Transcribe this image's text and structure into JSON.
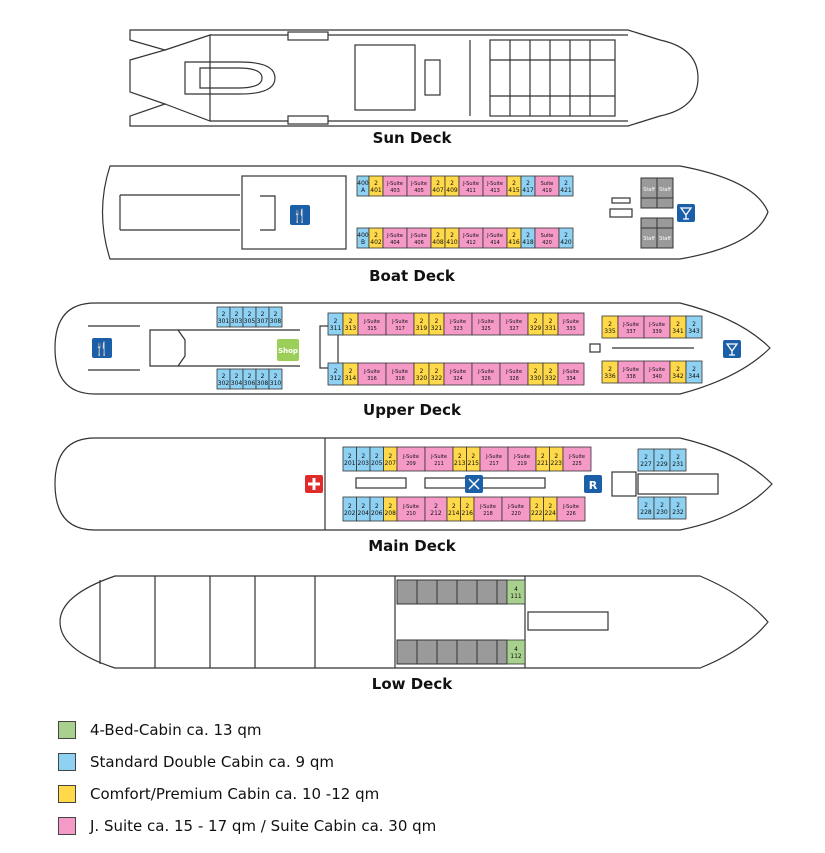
{
  "colors": {
    "four_bed": "#a9d18e",
    "standard": "#8fd1f3",
    "comfort": "#ffd94a",
    "suite": "#f59ac7",
    "staff": "#9a9a9a",
    "icon_blue": "#1b5fa8",
    "shop_green": "#9bcf5a",
    "medical_red": "#e02b2b"
  },
  "decks": {
    "sun": {
      "title": "Sun Deck"
    },
    "boat": {
      "title": "Boat Deck",
      "staff_label": "Staff",
      "top": [
        {
          "t": "400\nA",
          "c": "standard",
          "w": 12
        },
        {
          "t": "2\n401",
          "c": "comfort"
        },
        {
          "t": "J-Suite\n403",
          "c": "suite",
          "w": 24
        },
        {
          "t": "J-Suite\n405",
          "c": "suite",
          "w": 24
        },
        {
          "t": "2\n407",
          "c": "comfort"
        },
        {
          "t": "2\n409",
          "c": "comfort"
        },
        {
          "t": "J-Suite\n411",
          "c": "suite",
          "w": 24
        },
        {
          "t": "J-Suite\n413",
          "c": "suite",
          "w": 24
        },
        {
          "t": "2\n415",
          "c": "comfort"
        },
        {
          "t": "2\n417",
          "c": "standard"
        },
        {
          "t": "Suite\n419",
          "c": "suite",
          "w": 24
        },
        {
          "t": "2\n421",
          "c": "standard"
        }
      ],
      "bottom": [
        {
          "t": "400\nB",
          "c": "standard",
          "w": 12
        },
        {
          "t": "2\n402",
          "c": "comfort"
        },
        {
          "t": "J-Suite\n404",
          "c": "suite",
          "w": 24
        },
        {
          "t": "J-Suite\n406",
          "c": "suite",
          "w": 24
        },
        {
          "t": "2\n408",
          "c": "comfort"
        },
        {
          "t": "2\n410",
          "c": "comfort"
        },
        {
          "t": "J-Suite\n412",
          "c": "suite",
          "w": 24
        },
        {
          "t": "J-Suite\n414",
          "c": "suite",
          "w": 24
        },
        {
          "t": "2\n416",
          "c": "comfort"
        },
        {
          "t": "2\n418",
          "c": "standard"
        },
        {
          "t": "Suite\n420",
          "c": "suite",
          "w": 24
        },
        {
          "t": "2\n420",
          "c": "standard"
        }
      ]
    },
    "upper": {
      "title": "Upper Deck",
      "shop_label": "Shop",
      "aft_top": [
        {
          "t": "2\n301",
          "c": "standard"
        },
        {
          "t": "2\n303",
          "c": "standard"
        },
        {
          "t": "2\n305",
          "c": "standard"
        },
        {
          "t": "2\n307",
          "c": "standard"
        },
        {
          "t": "2\n308",
          "c": "standard"
        }
      ],
      "aft_bottom": [
        {
          "t": "2\n302",
          "c": "standard"
        },
        {
          "t": "2\n304",
          "c": "standard"
        },
        {
          "t": "2\n306",
          "c": "standard"
        },
        {
          "t": "2\n308",
          "c": "standard"
        },
        {
          "t": "2\n310",
          "c": "standard"
        }
      ],
      "top": [
        {
          "t": "2\n311",
          "c": "standard"
        },
        {
          "t": "2\n313",
          "c": "comfort"
        },
        {
          "t": "J-Suite\n315",
          "c": "suite",
          "w": 28
        },
        {
          "t": "J-Suite\n317",
          "c": "suite",
          "w": 28
        },
        {
          "t": "2\n319",
          "c": "comfort"
        },
        {
          "t": "2\n321",
          "c": "comfort"
        },
        {
          "t": "J-Suite\n323",
          "c": "suite",
          "w": 28
        },
        {
          "t": "J-Suite\n325",
          "c": "suite",
          "w": 28
        },
        {
          "t": "J-Suite\n327",
          "c": "suite",
          "w": 28
        },
        {
          "t": "2\n329",
          "c": "comfort"
        },
        {
          "t": "2\n331",
          "c": "comfort"
        },
        {
          "t": "J-Suite\n333",
          "c": "suite",
          "w": 26
        }
      ],
      "bottom": [
        {
          "t": "2\n312",
          "c": "standard"
        },
        {
          "t": "2\n314",
          "c": "comfort"
        },
        {
          "t": "J-Suite\n316",
          "c": "suite",
          "w": 28
        },
        {
          "t": "J-Suite\n318",
          "c": "suite",
          "w": 28
        },
        {
          "t": "2\n320",
          "c": "comfort"
        },
        {
          "t": "2\n322",
          "c": "comfort"
        },
        {
          "t": "J-Suite\n324",
          "c": "suite",
          "w": 28
        },
        {
          "t": "J-Suite\n326",
          "c": "suite",
          "w": 28
        },
        {
          "t": "J-Suite\n328",
          "c": "suite",
          "w": 28
        },
        {
          "t": "2\n330",
          "c": "comfort"
        },
        {
          "t": "2\n332",
          "c": "comfort"
        },
        {
          "t": "J-Suite\n334",
          "c": "suite",
          "w": 26
        }
      ],
      "fwd_top": [
        {
          "t": "2\n335",
          "c": "comfort"
        },
        {
          "t": "J-Suite\n337",
          "c": "suite",
          "w": 26
        },
        {
          "t": "J-Suite\n339",
          "c": "suite",
          "w": 26
        },
        {
          "t": "2\n341",
          "c": "comfort"
        },
        {
          "t": "2\n343",
          "c": "standard"
        }
      ],
      "fwd_bottom": [
        {
          "t": "2\n336",
          "c": "comfort"
        },
        {
          "t": "J-Suite\n338",
          "c": "suite",
          "w": 26
        },
        {
          "t": "J-Suite\n340",
          "c": "suite",
          "w": 26
        },
        {
          "t": "2\n342",
          "c": "comfort"
        },
        {
          "t": "2\n344",
          "c": "standard"
        }
      ]
    },
    "main": {
      "title": "Main Deck",
      "reception_label": "R",
      "top": [
        {
          "t": "2\n201",
          "c": "standard"
        },
        {
          "t": "2\n203",
          "c": "standard"
        },
        {
          "t": "2\n205",
          "c": "standard"
        },
        {
          "t": "2\n207",
          "c": "comfort"
        },
        {
          "t": "J-Suite\n209",
          "c": "suite",
          "w": 28
        },
        {
          "t": "J-Suite\n211",
          "c": "suite",
          "w": 28
        },
        {
          "t": "2\n213",
          "c": "comfort"
        },
        {
          "t": "2\n215",
          "c": "comfort"
        },
        {
          "t": "J-Suite\n217",
          "c": "suite",
          "w": 28
        },
        {
          "t": "J-Suite\n219",
          "c": "suite",
          "w": 28
        },
        {
          "t": "2\n221",
          "c": "comfort"
        },
        {
          "t": "2\n223",
          "c": "comfort"
        },
        {
          "t": "J-Suite\n225",
          "c": "suite",
          "w": 28
        }
      ],
      "bottom": [
        {
          "t": "2\n202",
          "c": "standard"
        },
        {
          "t": "2\n204",
          "c": "standard"
        },
        {
          "t": "2\n206",
          "c": "standard"
        },
        {
          "t": "2\n208",
          "c": "comfort"
        },
        {
          "t": "J-Suite\n210",
          "c": "suite",
          "w": 28
        },
        {
          "t": "2\n212",
          "c": "suite",
          "w": 22
        },
        {
          "t": "2\n214",
          "c": "comfort"
        },
        {
          "t": "2\n216",
          "c": "comfort"
        },
        {
          "t": "J-Suite\n218",
          "c": "suite",
          "w": 28
        },
        {
          "t": "J-Suite\n220",
          "c": "suite",
          "w": 28
        },
        {
          "t": "2\n222",
          "c": "comfort"
        },
        {
          "t": "2\n224",
          "c": "comfort"
        },
        {
          "t": "J-Suite\n226",
          "c": "suite",
          "w": 28
        }
      ],
      "fwd_top": [
        {
          "t": "2\n227",
          "c": "standard"
        },
        {
          "t": "2\n229",
          "c": "standard"
        },
        {
          "t": "2\n231",
          "c": "standard"
        }
      ],
      "fwd_bottom": [
        {
          "t": "2\n228",
          "c": "standard"
        },
        {
          "t": "2\n230",
          "c": "standard"
        },
        {
          "t": "2\n232",
          "c": "standard"
        }
      ]
    },
    "low": {
      "title": "Low Deck",
      "top": [
        {
          "t": "4\n111",
          "c": "four_bed"
        }
      ],
      "bottom": [
        {
          "t": "4\n112",
          "c": "four_bed"
        }
      ]
    }
  },
  "legend": [
    {
      "label": "4-Bed-Cabin ca. 13 qm",
      "color": "#a9d18e"
    },
    {
      "label": "Standard Double Cabin ca. 9 qm",
      "color": "#8fd1f3"
    },
    {
      "label": "Comfort/Premium Cabin ca. 10 -12 qm",
      "color": "#ffd94a"
    },
    {
      "label": "J. Suite ca. 15 - 17 qm / Suite Cabin ca. 30 qm",
      "color": "#f59ac7"
    }
  ]
}
